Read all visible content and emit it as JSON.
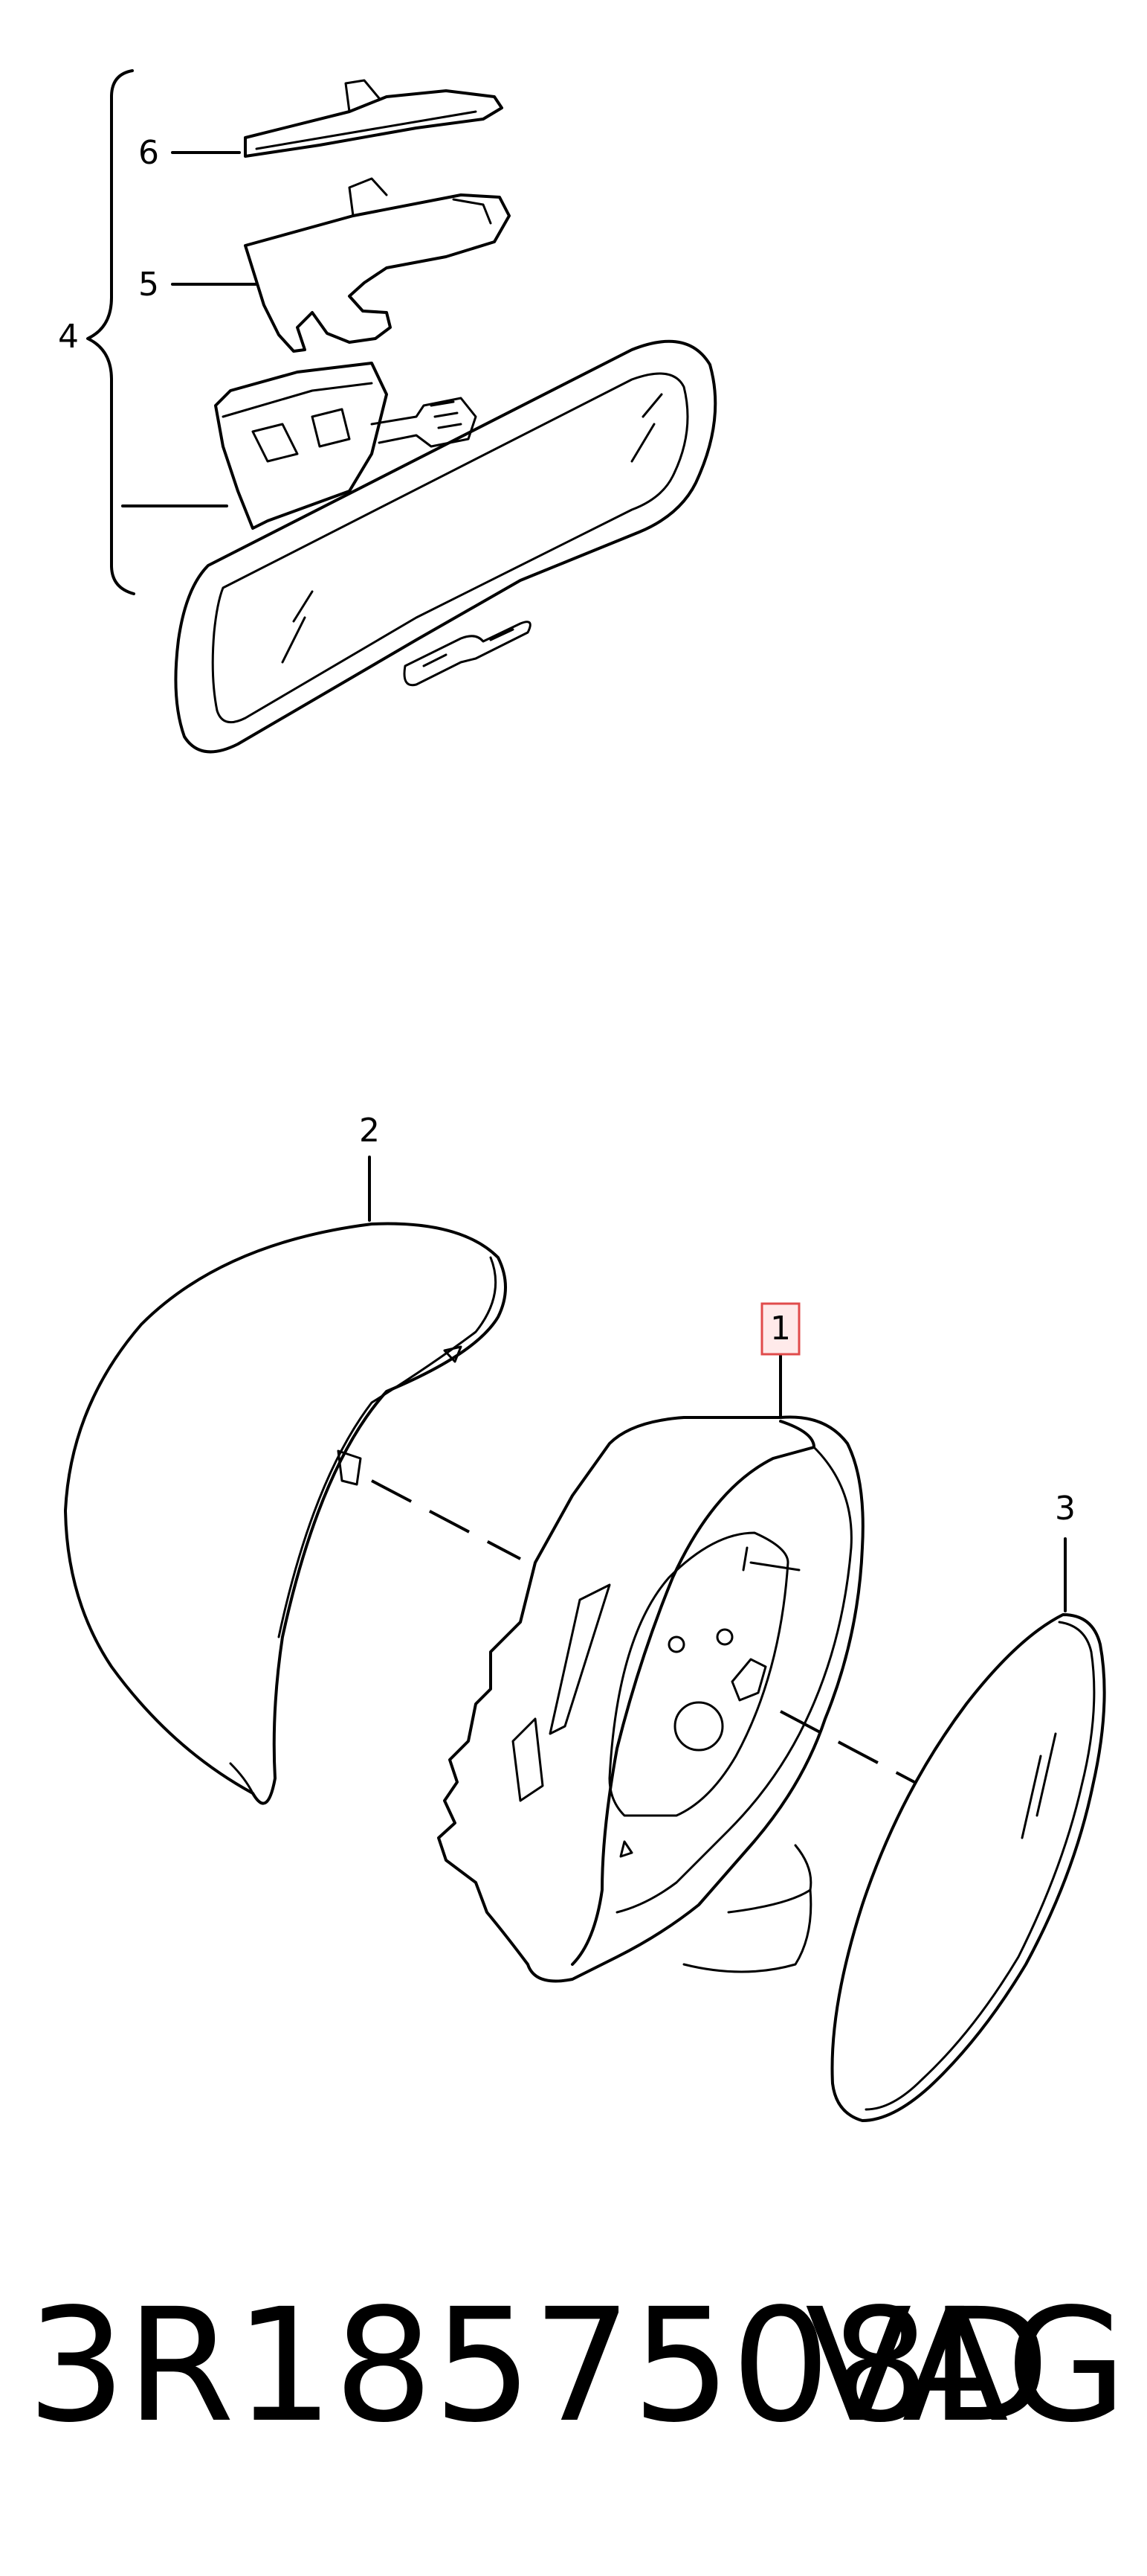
{
  "callouts": {
    "c1": "1",
    "c2": "2",
    "c3": "3",
    "c4": "4",
    "c5": "5",
    "c6": "6"
  },
  "footer": {
    "part_number": "3R1857508D",
    "brand": "VAG"
  },
  "colors": {
    "highlight_fill": "#ffeaea",
    "highlight_stroke": "#e04b4b",
    "ink": "#000000"
  }
}
